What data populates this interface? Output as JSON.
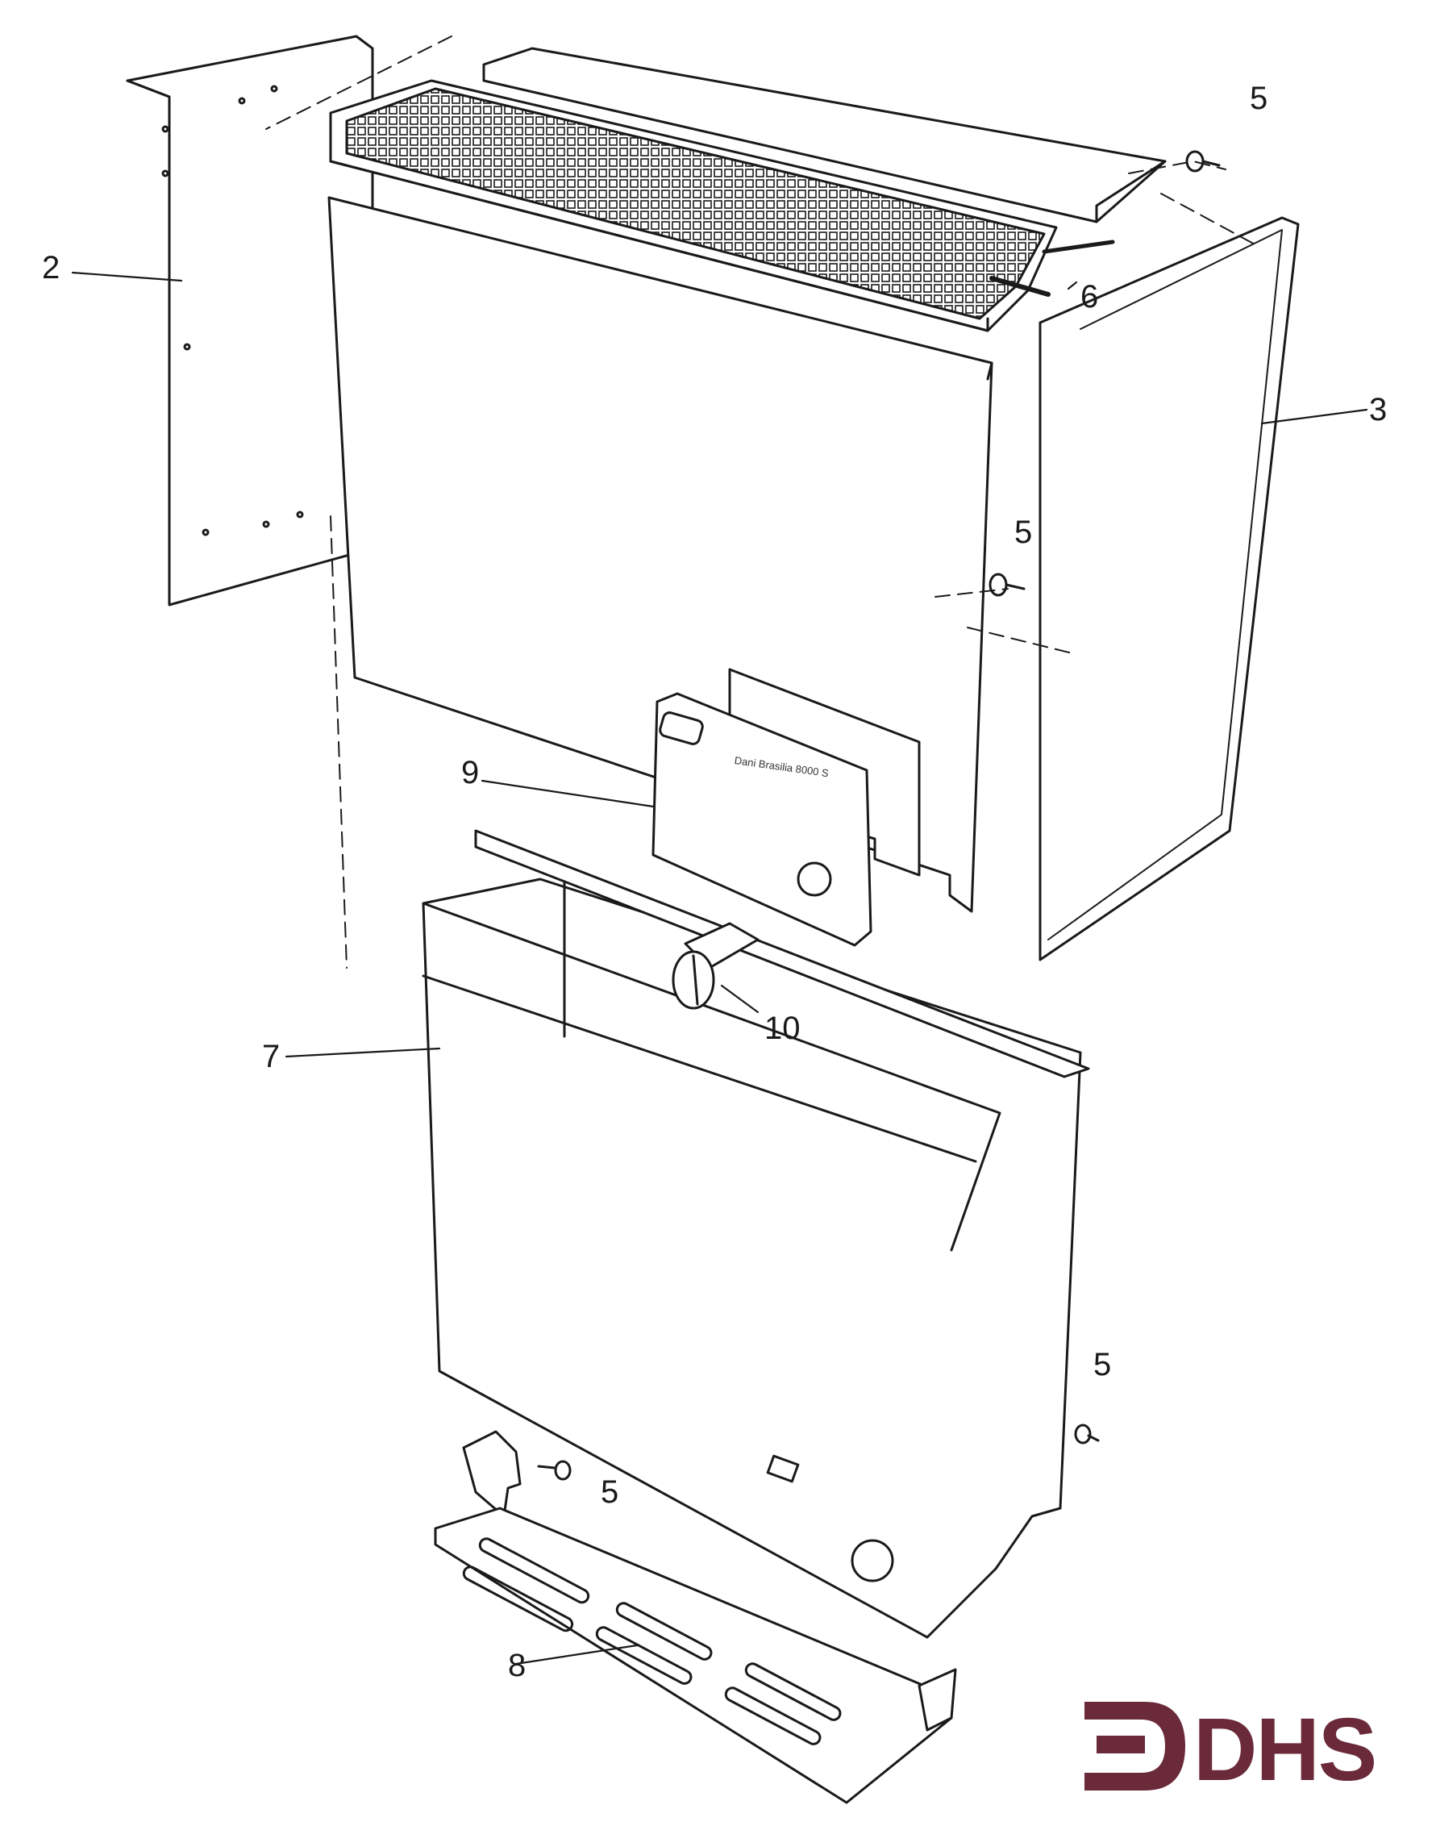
{
  "callouts": [
    {
      "id": "2",
      "label": "2"
    },
    {
      "id": "3",
      "label": "3"
    },
    {
      "id": "5a",
      "label": "5"
    },
    {
      "id": "5b",
      "label": "5"
    },
    {
      "id": "5c",
      "label": "5"
    },
    {
      "id": "5d",
      "label": "5"
    },
    {
      "id": "6",
      "label": "6"
    },
    {
      "id": "7",
      "label": "7"
    },
    {
      "id": "8",
      "label": "8"
    },
    {
      "id": "9",
      "label": "9"
    },
    {
      "id": "10",
      "label": "10"
    }
  ],
  "control_panel": {
    "model_text": "Dani Brasilia 8000 S"
  },
  "logo": {
    "text": "DHS",
    "color": "#6b2a3a"
  },
  "colors": {
    "line": "#1a1a1a",
    "background": "#ffffff"
  }
}
